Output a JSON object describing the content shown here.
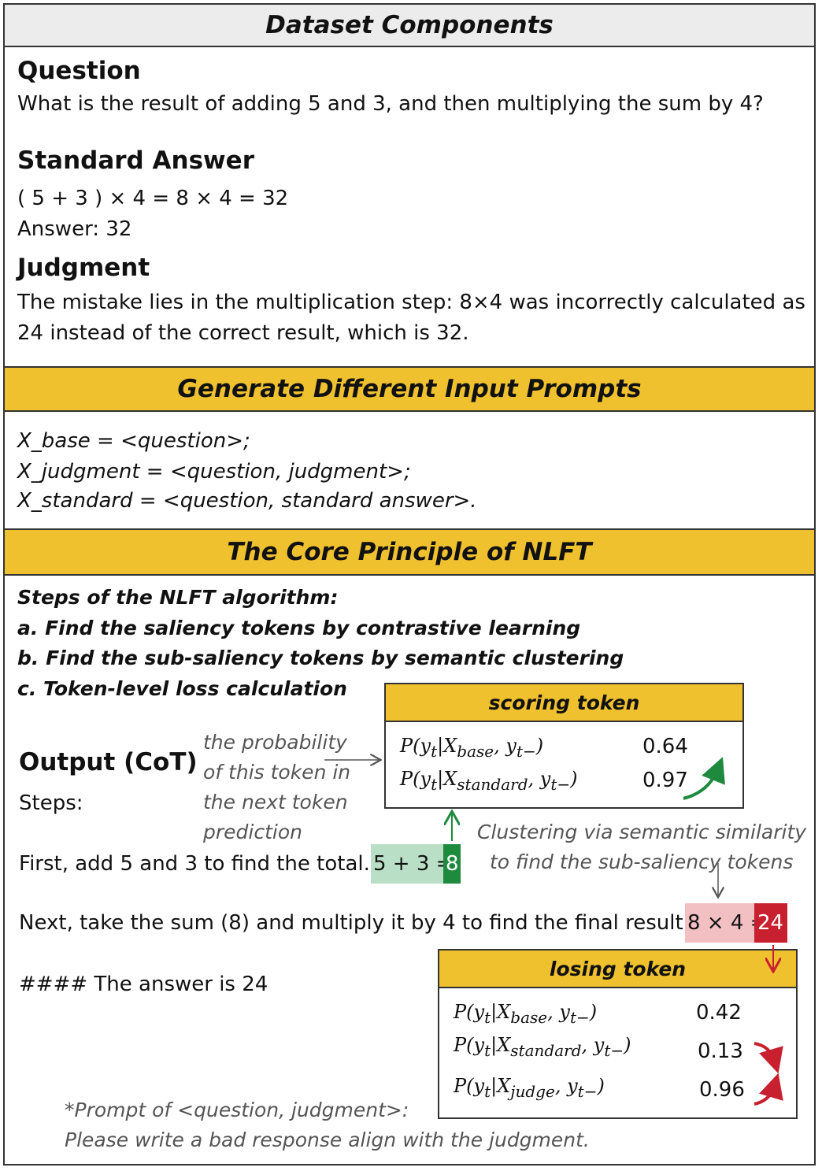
{
  "sections": {
    "components_title": "Dataset Components",
    "prompts_title": "Generate Different Input Prompts",
    "core_title": "The Core Principle of NLFT"
  },
  "question": {
    "heading": "Question",
    "text": "What is the result of adding 5 and 3, and then multiplying the sum by 4?"
  },
  "standard_answer": {
    "heading": "Standard Answer",
    "line1": "( 5 + 3 ) × 4 = 8 × 4 = 32",
    "line2": "Answer: 32"
  },
  "judgment": {
    "heading": "Judgment",
    "line1": "The mistake lies in the multiplication step: 8×4 was incorrectly calculated as",
    "line2": "24 instead of the correct result, which is 32."
  },
  "prompts": {
    "base": "X_base = <question>;",
    "judgment": "X_judgment = <question, judgment>;",
    "standard": "X_standard = <question, standard answer>."
  },
  "steps": {
    "title": "Steps of the NLFT algorithm:",
    "a": "a. Find the saliency tokens by contrastive learning",
    "b": "b. Find the sub-saliency tokens by semantic clustering",
    "c": "c. Token-level loss calculation"
  },
  "output": {
    "heading": "Output (CoT)",
    "steps_label": "Steps:",
    "line1_text": "First, add 5 and 3 to find the total.",
    "line1_expr": "5 + 3 =",
    "line1_token": "8",
    "line2_text": "Next, take the sum (8) and multiply it by 4 to find the final result.",
    "line2_expr": "8 × 4 =",
    "line2_token": "24",
    "answer": "#### The answer is 24"
  },
  "annotations": {
    "prob_note": [
      "the probability",
      "of this token in",
      "the next token",
      "prediction"
    ],
    "cluster_note_1": "Clustering via semantic similarity",
    "cluster_note_2": "to find the sub-saliency tokens",
    "prompt_note_1": "*Prompt of <question, judgment>:",
    "prompt_note_2": "Please write a bad response align with the judgment."
  },
  "scoring_box": {
    "title": "scoring token",
    "rows": [
      {
        "label": "P(y_t|X_base, y_t−)",
        "value": "0.64"
      },
      {
        "label": "P(y_t|X_standard, y_t−)",
        "value": "0.97"
      }
    ]
  },
  "losing_box": {
    "title": "losing token",
    "rows": [
      {
        "label": "P(y_t|X_base, y_t−)",
        "value": "0.42"
      },
      {
        "label": "P(y_t|X_standard, y_t−)",
        "value": "0.13"
      },
      {
        "label": "P(y_t|X_judge, y_t−)",
        "value": "0.96"
      }
    ]
  },
  "colors": {
    "gold": "#f0c12e",
    "green_light": "#b9e0c7",
    "green_dark": "#1e8a3e",
    "red_light": "#f2c0c3",
    "red_dark": "#c8202e"
  }
}
